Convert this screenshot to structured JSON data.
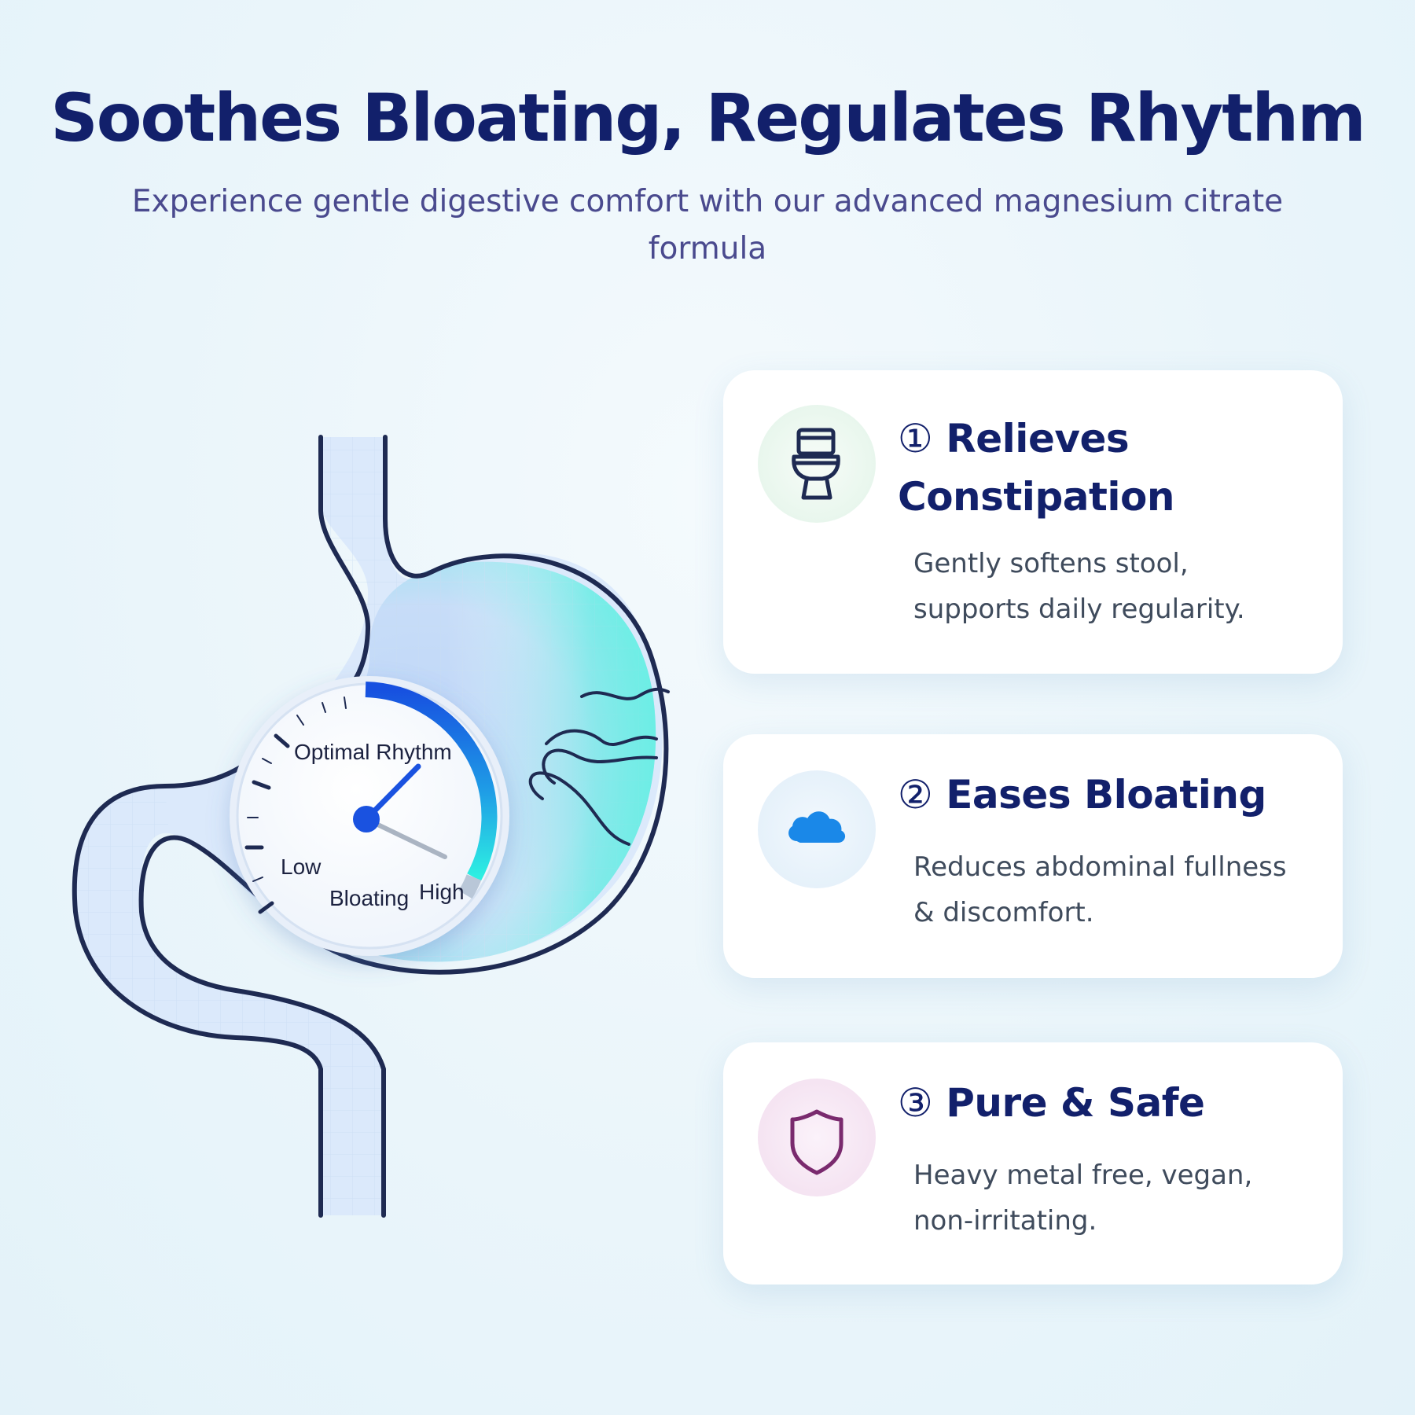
{
  "header": {
    "title": "Soothes Bloating, Regulates Rhythm",
    "subtitle": "Experience gentle digestive comfort with our advanced magnesium citrate formula"
  },
  "gauge": {
    "optimal_label": "Optimal Rhythm",
    "low_label": "Low",
    "bloating_label": "Bloating",
    "high_label": "High"
  },
  "features": [
    {
      "number": "①",
      "title": "Relieves Constipation",
      "description": "Gently softens stool, supports daily regularity.",
      "icon": "toilet-icon"
    },
    {
      "number": "②",
      "title": "Eases Bloating",
      "description": "Reduces abdominal fullness & discomfort.",
      "icon": "cloud-icon"
    },
    {
      "number": "③",
      "title": "Pure & Safe",
      "description": "Heavy metal free, vegan, non-irritating.",
      "icon": "shield-icon"
    }
  ],
  "colors": {
    "title": "#12206b",
    "subtitle": "#4a4a8e",
    "body_text": "#3f4b5c",
    "accent_blue": "#1a5fe0",
    "accent_cyan": "#2ee8e0",
    "shield_purple": "#7a2a6e",
    "outline": "#1e2a52"
  }
}
